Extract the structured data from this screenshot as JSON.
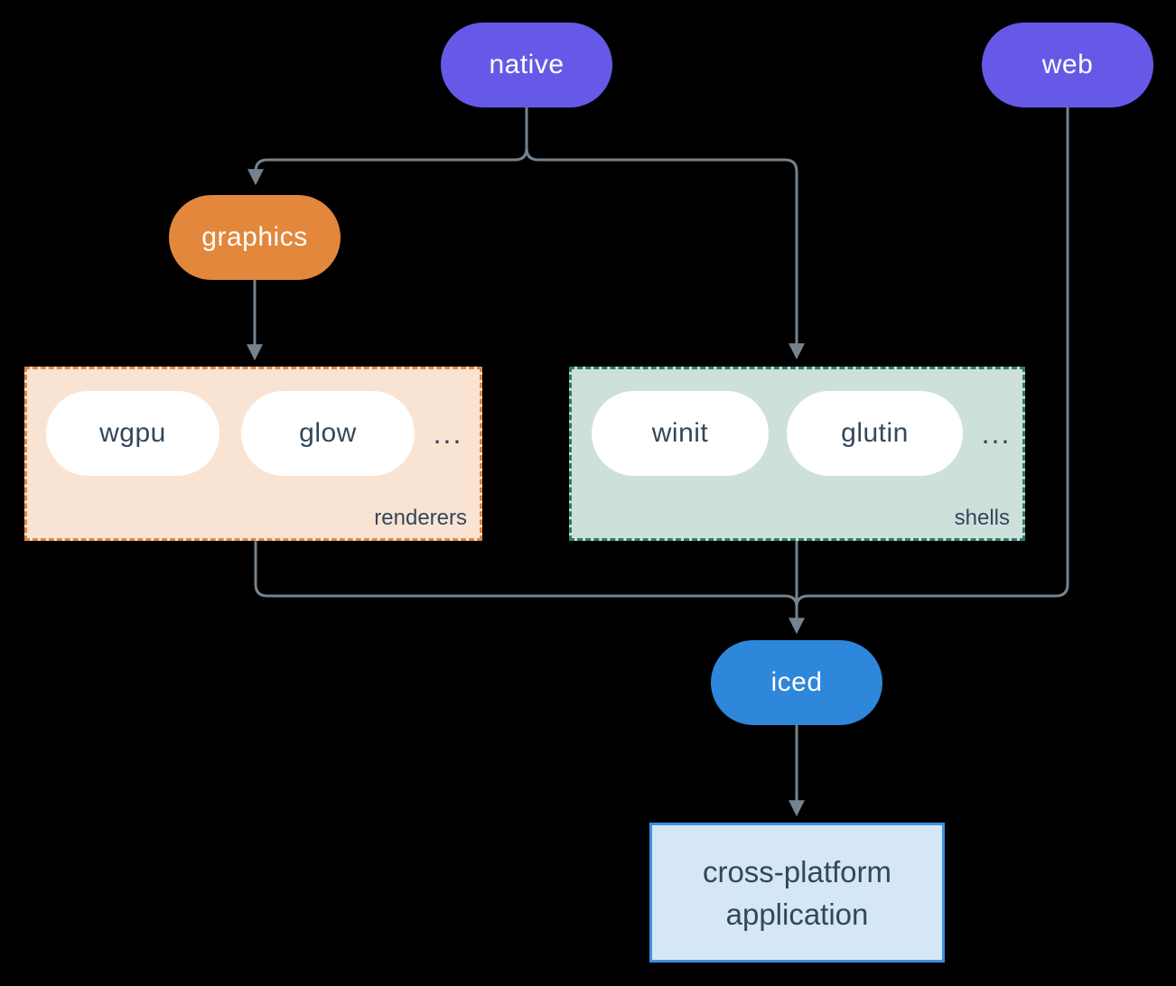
{
  "diagram": {
    "colors": {
      "background": "#000000",
      "node-purple": "#6659E8",
      "node-orange": "#E2873C",
      "node-blue": "#2E87DB",
      "line": "#75838F",
      "renderers-fill": "#F9E4D4",
      "renderers-border": "#E2873C",
      "shells-fill": "#CEE0DA",
      "shells-border": "#2B7C6F",
      "app-fill": "#D5E6F7",
      "app-border": "#3D8FE2",
      "pill-text-light": "#FFFFFF",
      "dark-text": "#33475A"
    },
    "nodes": {
      "native": {
        "label": "native"
      },
      "web": {
        "label": "web"
      },
      "graphics": {
        "label": "graphics"
      },
      "iced": {
        "label": "iced"
      }
    },
    "groups": {
      "renderers": {
        "label": "renderers",
        "ellipsis": "...",
        "items": [
          {
            "label": "wgpu"
          },
          {
            "label": "glow"
          }
        ]
      },
      "shells": {
        "label": "shells",
        "ellipsis": "...",
        "items": [
          {
            "label": "winit"
          },
          {
            "label": "glutin"
          }
        ]
      }
    },
    "application": {
      "line1": "cross-platform",
      "line2": "application"
    }
  }
}
